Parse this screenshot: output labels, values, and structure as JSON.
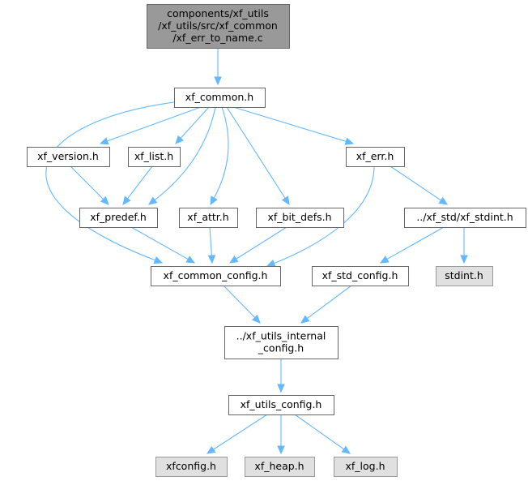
{
  "diagram": {
    "type": "include-dependency-graph",
    "colors": {
      "edge": "#63b8ff",
      "root_fill": "#999999",
      "root_border": "#666666",
      "normal_fill": "#ffffff",
      "normal_border": "#666666",
      "external_fill": "#e0e0e0",
      "external_border": "#999999"
    },
    "nodes": [
      {
        "id": "root",
        "kind": "root",
        "lines": [
          "components/xf_utils",
          "/xf_utils/src/xf_common",
          "/xf_err_to_name.c"
        ]
      },
      {
        "id": "xf_common_h",
        "kind": "normal",
        "lines": [
          "xf_common.h"
        ]
      },
      {
        "id": "xf_version_h",
        "kind": "normal",
        "lines": [
          "xf_version.h"
        ]
      },
      {
        "id": "xf_list_h",
        "kind": "normal",
        "lines": [
          "xf_list.h"
        ]
      },
      {
        "id": "xf_err_h",
        "kind": "normal",
        "lines": [
          "xf_err.h"
        ]
      },
      {
        "id": "xf_predef_h",
        "kind": "normal",
        "lines": [
          "xf_predef.h"
        ]
      },
      {
        "id": "xf_attr_h",
        "kind": "normal",
        "lines": [
          "xf_attr.h"
        ]
      },
      {
        "id": "xf_bit_defs_h",
        "kind": "normal",
        "lines": [
          "xf_bit_defs.h"
        ]
      },
      {
        "id": "xf_stdint_h",
        "kind": "normal",
        "lines": [
          "../xf_std/xf_stdint.h"
        ]
      },
      {
        "id": "xf_common_config_h",
        "kind": "normal",
        "lines": [
          "xf_common_config.h"
        ]
      },
      {
        "id": "xf_std_config_h",
        "kind": "normal",
        "lines": [
          "xf_std_config.h"
        ]
      },
      {
        "id": "stdint_h",
        "kind": "external",
        "lines": [
          "stdint.h"
        ]
      },
      {
        "id": "xf_utils_internal_config_h",
        "kind": "normal",
        "lines": [
          "../xf_utils_internal",
          "_config.h"
        ]
      },
      {
        "id": "xf_utils_config_h",
        "kind": "normal",
        "lines": [
          "xf_utils_config.h"
        ]
      },
      {
        "id": "xfconfig_h",
        "kind": "external",
        "lines": [
          "xfconfig.h"
        ]
      },
      {
        "id": "xf_heap_h",
        "kind": "external",
        "lines": [
          "xf_heap.h"
        ]
      },
      {
        "id": "xf_log_h",
        "kind": "external",
        "lines": [
          "xf_log.h"
        ]
      }
    ],
    "edges": [
      {
        "from": "root",
        "to": "xf_common_h"
      },
      {
        "from": "xf_common_h",
        "to": "xf_version_h"
      },
      {
        "from": "xf_common_h",
        "to": "xf_list_h"
      },
      {
        "from": "xf_common_h",
        "to": "xf_err_h"
      },
      {
        "from": "xf_common_h",
        "to": "xf_predef_h"
      },
      {
        "from": "xf_common_h",
        "to": "xf_attr_h"
      },
      {
        "from": "xf_common_h",
        "to": "xf_bit_defs_h"
      },
      {
        "from": "xf_common_h",
        "to": "xf_common_config_h"
      },
      {
        "from": "xf_version_h",
        "to": "xf_predef_h"
      },
      {
        "from": "xf_list_h",
        "to": "xf_predef_h"
      },
      {
        "from": "xf_err_h",
        "to": "xf_stdint_h"
      },
      {
        "from": "xf_err_h",
        "to": "xf_common_config_h"
      },
      {
        "from": "xf_predef_h",
        "to": "xf_common_config_h"
      },
      {
        "from": "xf_attr_h",
        "to": "xf_common_config_h"
      },
      {
        "from": "xf_bit_defs_h",
        "to": "xf_common_config_h"
      },
      {
        "from": "xf_stdint_h",
        "to": "xf_std_config_h"
      },
      {
        "from": "xf_stdint_h",
        "to": "stdint_h"
      },
      {
        "from": "xf_common_config_h",
        "to": "xf_utils_internal_config_h"
      },
      {
        "from": "xf_std_config_h",
        "to": "xf_utils_internal_config_h"
      },
      {
        "from": "xf_utils_internal_config_h",
        "to": "xf_utils_config_h"
      },
      {
        "from": "xf_utils_config_h",
        "to": "xfconfig_h"
      },
      {
        "from": "xf_utils_config_h",
        "to": "xf_heap_h"
      },
      {
        "from": "xf_utils_config_h",
        "to": "xf_log_h"
      }
    ]
  }
}
